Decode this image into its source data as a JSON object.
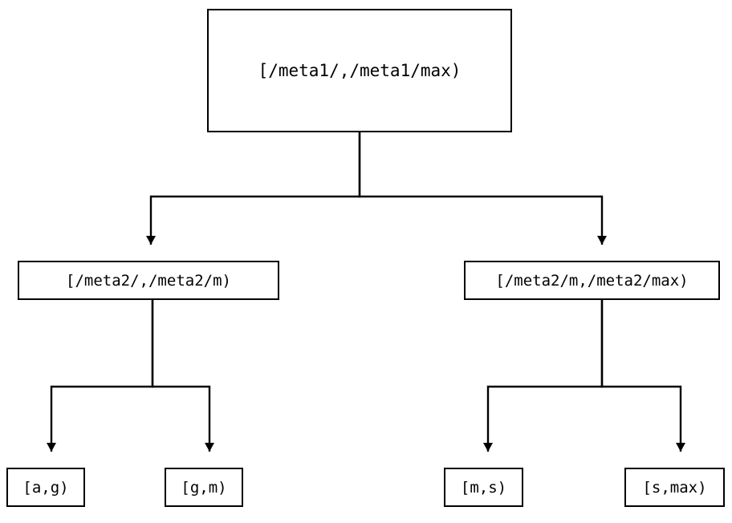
{
  "diagram": {
    "type": "tree",
    "title": "",
    "orientation": "top-down",
    "style": {
      "background_color": "#ffffff",
      "node_border_color": "#000000",
      "node_fill_color": "#ffffff",
      "edge_color": "#000000",
      "text_color": "#000000",
      "arrowhead": "solid-triangle-down"
    },
    "levels": [
      {
        "level": 0,
        "name": "root",
        "nodes": [
          {
            "id": "root",
            "label": "[/meta1/,/meta1/max)"
          }
        ]
      },
      {
        "level": 1,
        "name": "intermediate",
        "nodes": [
          {
            "id": "mid-left",
            "label": "[/meta2/,/meta2/m)"
          },
          {
            "id": "mid-right",
            "label": "[/meta2/m,/meta2/max)"
          }
        ]
      },
      {
        "level": 2,
        "name": "leaves",
        "nodes": [
          {
            "id": "leaf-1",
            "label": "[a,g)"
          },
          {
            "id": "leaf-2",
            "label": "[g,m)"
          },
          {
            "id": "leaf-3",
            "label": "[m,s)"
          },
          {
            "id": "leaf-4",
            "label": "[s,max)"
          }
        ]
      }
    ],
    "edges": [
      {
        "from": "root",
        "to": "mid-left",
        "arrow": "arrow-down-icon"
      },
      {
        "from": "root",
        "to": "mid-right",
        "arrow": "arrow-down-icon"
      },
      {
        "from": "mid-left",
        "to": "leaf-1",
        "arrow": "arrow-down-icon"
      },
      {
        "from": "mid-left",
        "to": "leaf-2",
        "arrow": "arrow-down-icon"
      },
      {
        "from": "mid-right",
        "to": "leaf-3",
        "arrow": "arrow-down-icon"
      },
      {
        "from": "mid-right",
        "to": "leaf-4",
        "arrow": "arrow-down-icon"
      }
    ]
  }
}
